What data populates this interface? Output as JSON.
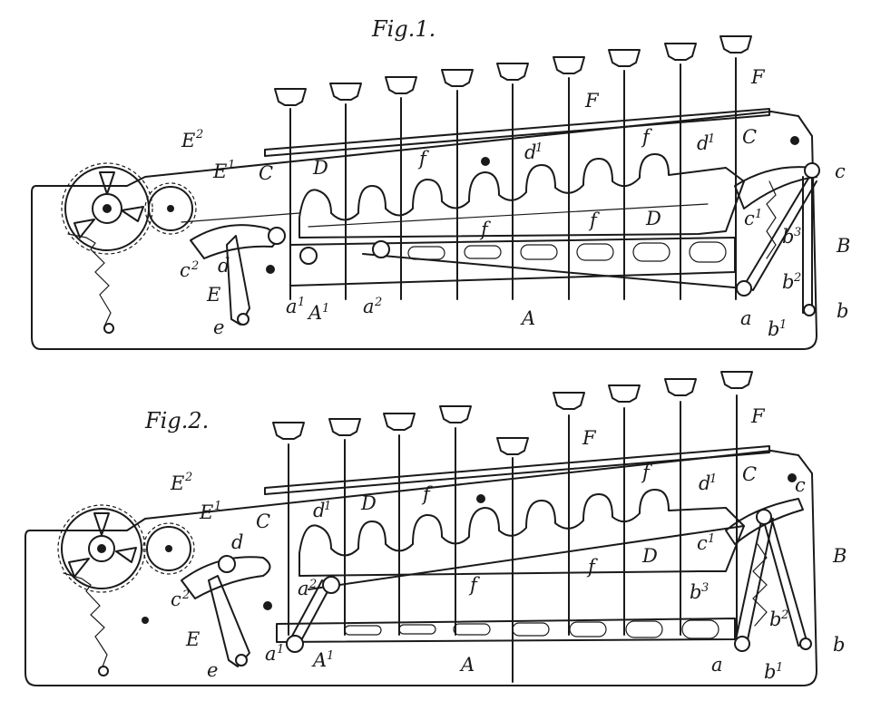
{
  "figures": [
    {
      "title": "Fig.1.",
      "labels": {
        "E2": "E",
        "E2_sup": "2",
        "E1": "E",
        "E1_sup": "1",
        "C_left": "C",
        "C_right": "C",
        "D_top": "D",
        "D_low": "D",
        "d1_mid": "d",
        "d1_mid_sup": "1",
        "d1_right": "d",
        "d1_right_sup": "1",
        "c2": "c",
        "c2_sup": "2",
        "d": "d",
        "E": "E",
        "e": "e",
        "a1": "a",
        "a1_sup": "1",
        "A1": "A",
        "A1_sup": "1",
        "a2": "a",
        "a2_sup": "2",
        "A": "A",
        "a": "a",
        "b1": "b",
        "b1_sup": "1",
        "b": "b",
        "b2": "b",
        "b2_sup": "2",
        "b3": "b",
        "b3_sup": "3",
        "B": "B",
        "c": "c",
        "c1": "c",
        "c1_sup": "1",
        "F_mid": "F",
        "F_right": "F",
        "f1": "f",
        "f2": "f",
        "f3": "f",
        "f4": "f"
      }
    },
    {
      "title": "Fig.2.",
      "labels": {
        "E2": "E",
        "E2_sup": "2",
        "E1": "E",
        "E1_sup": "1",
        "C_left": "C",
        "C_right": "C",
        "D_top": "D",
        "D_low": "D",
        "d1_mid": "d",
        "d1_mid_sup": "1",
        "d1_right": "d",
        "d1_right_sup": "1",
        "c2": "c",
        "c2_sup": "2",
        "d": "d",
        "E": "E",
        "e": "e",
        "a1": "a",
        "a1_sup": "1",
        "A1": "A",
        "A1_sup": "1",
        "a2": "a",
        "a2_sup": "2",
        "A": "A",
        "a": "a",
        "b1": "b",
        "b1_sup": "1",
        "b": "b",
        "b2": "b",
        "b2_sup": "2",
        "b3": "b",
        "b3_sup": "3",
        "B": "B",
        "c": "c",
        "c1": "c",
        "c1_sup": "1",
        "F_mid": "F",
        "F_right": "F",
        "f1": "f",
        "f2": "f",
        "f3": "f",
        "f4": "f"
      }
    }
  ]
}
